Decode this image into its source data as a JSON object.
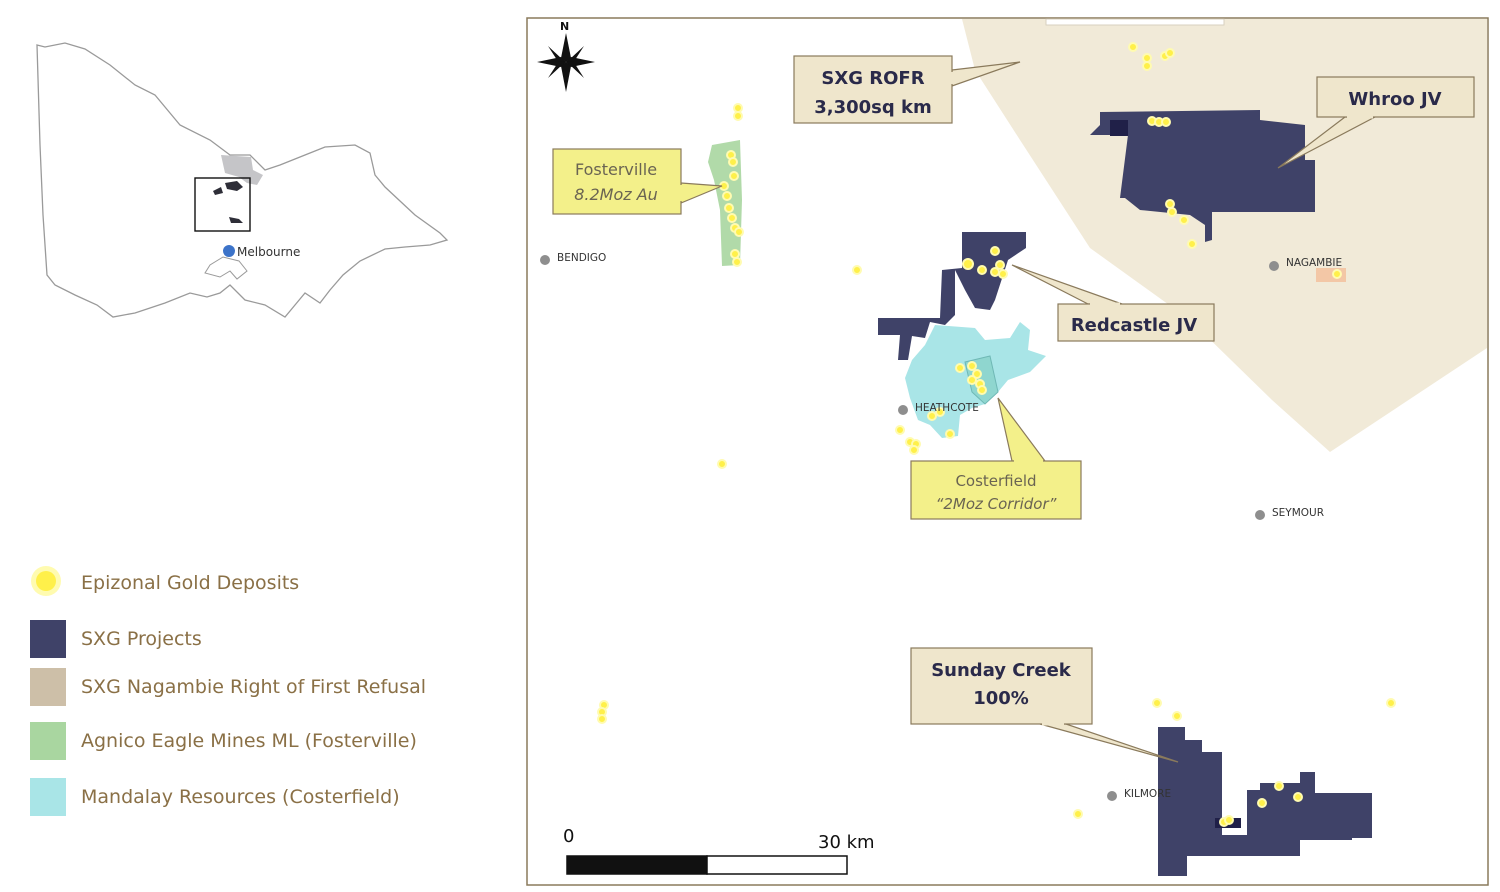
{
  "inset": {
    "city_label": "Melbourne"
  },
  "map": {
    "north_label": "N",
    "towns": {
      "bendigo": "BENDIGO",
      "nagambie": "NAGAMBIE",
      "heathcote": "HEATHCOTE",
      "seymour": "SEYMOUR",
      "kilmore": "KILMORE"
    },
    "callouts": {
      "rofr_line1": "SXG ROFR",
      "rofr_line2": "3,300sq km",
      "whroo": "Whroo JV",
      "fosterville_line1": "Fosterville",
      "fosterville_line2": "8.2Moz Au",
      "redcastle": "Redcastle JV",
      "costerfield_line1": "Costerfield",
      "costerfield_line2": "“2Moz Corridor”",
      "sunday_line1": "Sunday Creek",
      "sunday_line2": "100%"
    },
    "scale": {
      "zero_label": "0",
      "end_label": "30 km"
    }
  },
  "legend": [
    {
      "label": "Epizonal Gold Deposits",
      "color": "#fff04a",
      "icon": "gold-deposit-dot"
    },
    {
      "label": "SXG Projects",
      "color": "#3f4268",
      "icon": "square"
    },
    {
      "label": "SXG Nagambie Right of First Refusal",
      "color": "#cdbfa8",
      "icon": "square"
    },
    {
      "label": "Agnico Eagle Mines ML (Fosterville)",
      "color": "#a9d6a0",
      "icon": "square"
    },
    {
      "label": "Mandalay Resources (Costerfield)",
      "color": "#a9e5e7",
      "icon": "square"
    }
  ],
  "colors": {
    "sxg_projects": "#3f4268",
    "rofr": "#f1ead8",
    "fosterville": "#a9d6a0",
    "costerfield": "#a9e5e7",
    "gold": "#fff04a",
    "callout_fill_beige": "#efe6cc",
    "callout_fill_yellow": "#f3f08a"
  }
}
